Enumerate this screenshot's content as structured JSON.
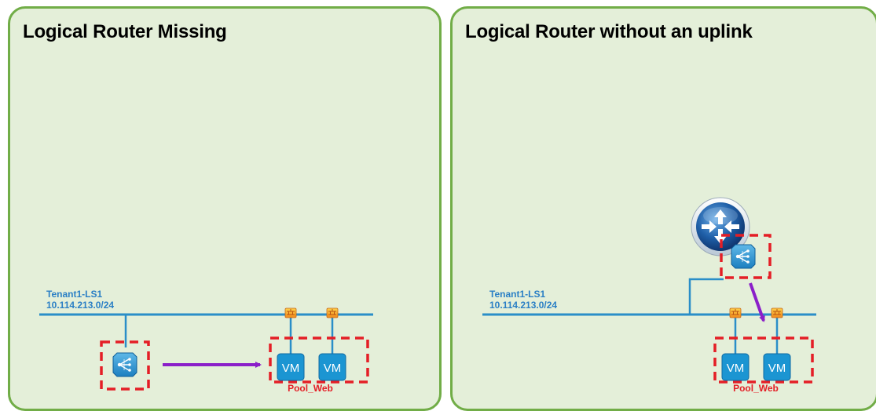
{
  "panels": [
    {
      "title": "Logical Router Missing",
      "switch_name": "Tenant1-LS1",
      "subnet": "10.114.213.0/24",
      "vms": [
        "VM",
        "VM"
      ],
      "pool_label": "Pool_Web"
    },
    {
      "title": "Logical Router without an uplink",
      "switch_name": "Tenant1-LS1",
      "subnet": "10.114.213.0/24",
      "vms": [
        "VM",
        "VM"
      ],
      "pool_label": "Pool_Web"
    }
  ],
  "icons": {
    "load_balancer": "load-balancer-icon",
    "router": "router-icon",
    "firewall": "firewall-icon"
  },
  "colors": {
    "panel_bg": "#e4efd9",
    "panel_border": "#71ad47",
    "network_line": "#2a8ec8",
    "vm_fill": "#1b95d2",
    "selection_dash": "#e41e26",
    "flow_arrow": "#8b1fc9",
    "label_blue": "#2a7fc5"
  }
}
